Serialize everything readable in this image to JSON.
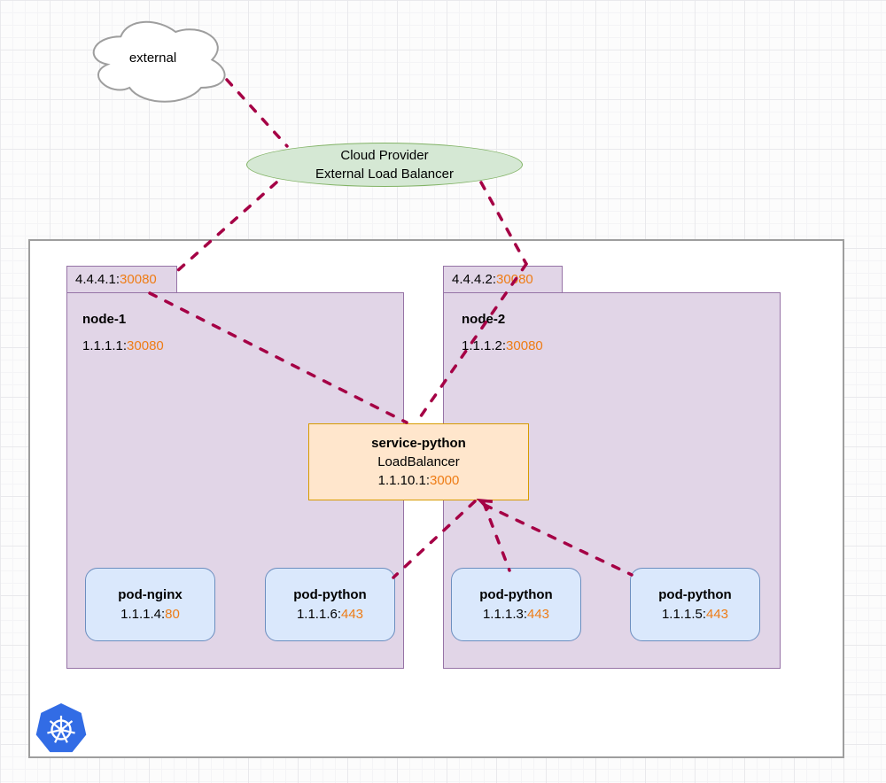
{
  "colors": {
    "edge": "#A50045",
    "port_text": "#EE7C15",
    "node_fill": "#E1D5E7",
    "node_border": "#9673A6",
    "pod_fill": "#DAE8FC",
    "pod_border": "#6C8EBF",
    "service_fill": "#FFE6CC",
    "service_border": "#D79B00",
    "lb_fill": "#D5E8D4",
    "lb_border": "#82B366",
    "kubernetes_blue": "#326CE5"
  },
  "external": {
    "label": "external"
  },
  "load_balancer": {
    "line1": "Cloud Provider",
    "line2": "External Load Balancer"
  },
  "cluster": {
    "nodes": [
      {
        "name": "node-1",
        "external_addr": "4.4.4.1:",
        "external_port": "30080",
        "addr": "1.1.1.1:",
        "port": "30080",
        "pods": [
          {
            "name": "pod-nginx",
            "addr": "1.1.1.4:",
            "port": "80"
          },
          {
            "name": "pod-python",
            "addr": "1.1.1.6:",
            "port": "443"
          }
        ]
      },
      {
        "name": "node-2",
        "external_addr": "4.4.4.2:",
        "external_port": "30080",
        "addr": "1.1.1.2:",
        "port": "30080",
        "pods": [
          {
            "name": "pod-python",
            "addr": "1.1.1.3:",
            "port": "443"
          },
          {
            "name": "pod-python",
            "addr": "1.1.1.5:",
            "port": "443"
          }
        ]
      }
    ]
  },
  "service": {
    "name": "service-python",
    "type": "LoadBalancer",
    "addr": "1.1.10.1:",
    "port": "3000"
  }
}
